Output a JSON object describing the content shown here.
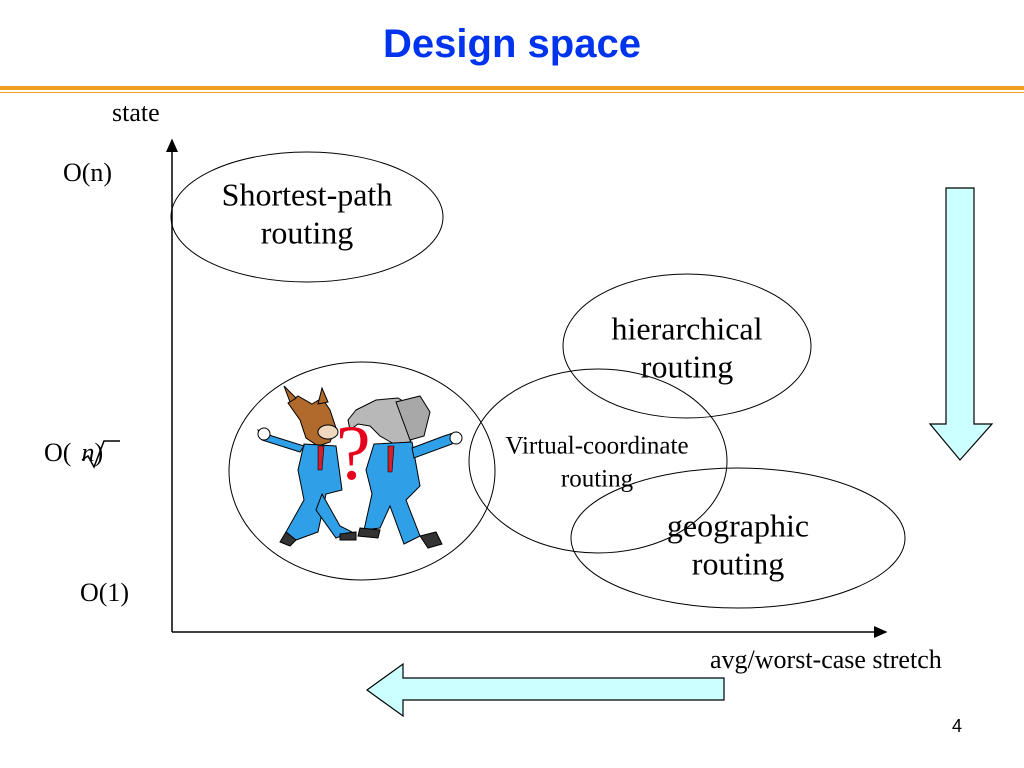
{
  "slide": {
    "title": "Design space",
    "page_number": "4"
  },
  "axes": {
    "y_label": "state",
    "x_label": "avg/worst-case stretch",
    "y_ticks": {
      "high": "O(n)",
      "mid_prefix": "O(",
      "mid_symbol": "n",
      "mid_suffix": ")",
      "low": "O(1)"
    }
  },
  "regions": {
    "shortest_path": [
      "Shortest-path",
      "routing"
    ],
    "hierarchical": [
      "hierarchical",
      "routing"
    ],
    "virtual_coordinate": [
      "Virtual-coordinate",
      "routing"
    ],
    "geographic": [
      "geographic",
      "routing"
    ]
  },
  "illustration": {
    "question_mark": "?"
  },
  "colors": {
    "title": "#0033ee",
    "rule": "#f0a020",
    "arrow_fill": "#ccffff",
    "question": "#e8001c"
  }
}
